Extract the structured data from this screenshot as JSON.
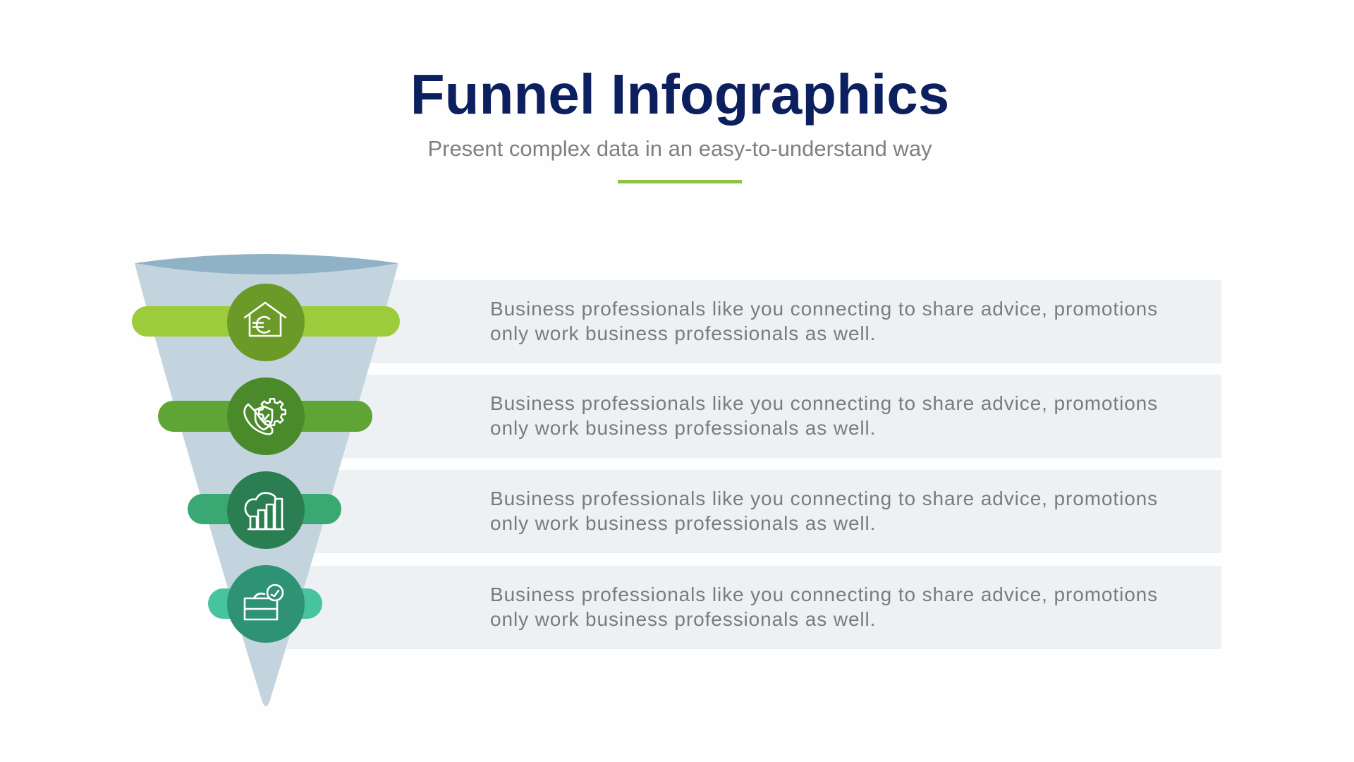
{
  "header": {
    "title": "Funnel Infographics",
    "subtitle": "Present complex data in an easy-to-understand way"
  },
  "colors": {
    "title": "#0c1f5e",
    "accent_rule": "#8dc43f",
    "funnel_body": "#c4d4df",
    "funnel_rim": "#8fb2c6",
    "band_background": "#edf1f4",
    "body_text": "#7b7b7b"
  },
  "steps": [
    {
      "icon": "house-euro-icon",
      "bar_color": "#9ccb3b",
      "circle_color": "#6b9a28",
      "lines": [
        "Business professionals like you connecting to share advice, promotions",
        "only work business professionals as well."
      ]
    },
    {
      "icon": "hand-gear-shield-check-icon",
      "bar_color": "#5fa535",
      "circle_color": "#4a8a2b",
      "lines": [
        "Business professionals like you connecting to share advice, promotions",
        "only work business professionals as well."
      ]
    },
    {
      "icon": "cloud-bar-chart-icon",
      "bar_color": "#3aa873",
      "circle_color": "#2a7e52",
      "lines": [
        "Business professionals like you connecting to share advice, promotions",
        "only work business professionals as well."
      ]
    },
    {
      "icon": "briefcase-clock-icon",
      "bar_color": "#47c39e",
      "circle_color": "#2e9274",
      "lines": [
        "Business professionals like you connecting to share advice, promotions",
        "only work business professionals as well."
      ]
    }
  ]
}
